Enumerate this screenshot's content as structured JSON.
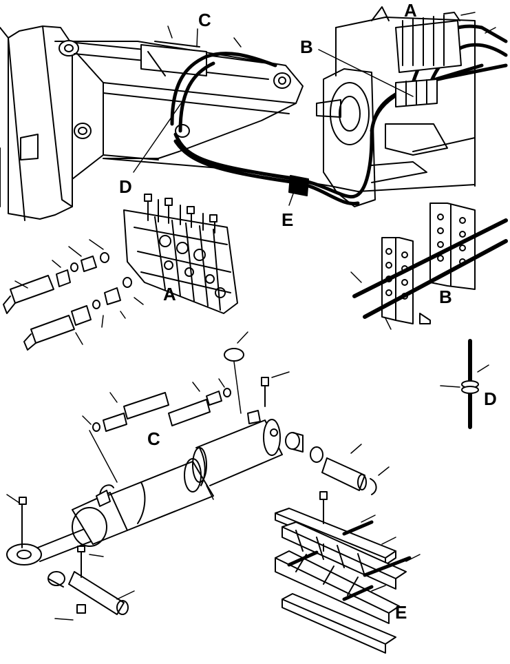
{
  "diagram": {
    "callouts": {
      "a_top": "A",
      "b_top": "B",
      "c_top": "C",
      "d_top": "D",
      "e_top": "E",
      "a_valve": "A",
      "b_clamp": "B",
      "c_cylinder": "C",
      "d_band": "D",
      "e_clamp": "E"
    },
    "colors": {
      "ink": "#000000",
      "paper": "#ffffff",
      "shade": "#d9d9d9"
    }
  }
}
